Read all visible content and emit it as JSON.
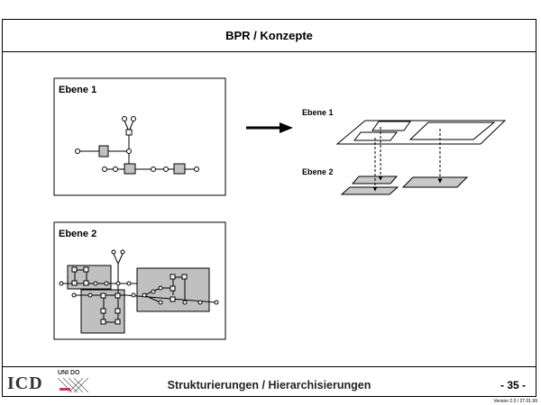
{
  "title": "BPR / Konzepte",
  "panel1": {
    "label": "Ebene 1"
  },
  "panel2": {
    "label": "Ebene 2"
  },
  "layers": {
    "level1_label": "Ebene 1",
    "level2_label": "Ebene 2"
  },
  "footer": {
    "text": "Strukturierungen / Hierarchisierungen",
    "page": "- 35 -",
    "logo_main": "ICD",
    "logo_uni": "UNI DO"
  },
  "version": "Version 2.0 / 27.01.99"
}
